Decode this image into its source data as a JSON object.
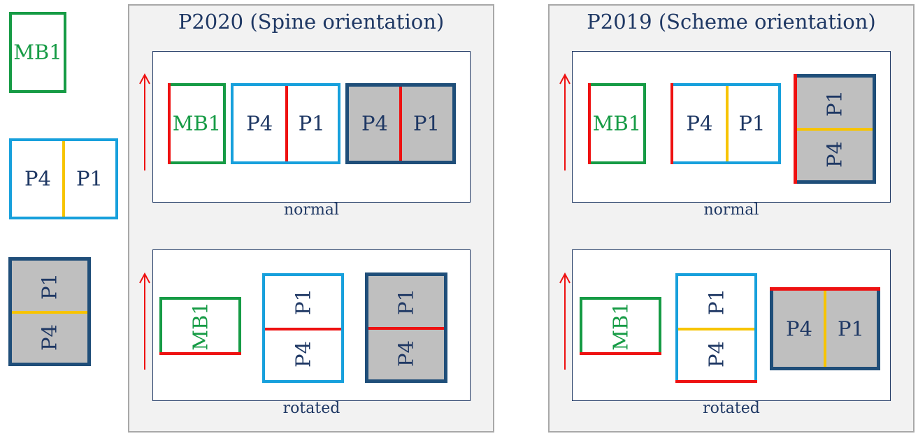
{
  "legend": {
    "mb1": "MB1",
    "p4": "P4",
    "p1": "P1"
  },
  "panels": [
    {
      "title": "P2020 (Spine orientation)",
      "normal_caption": "normal",
      "rotated_caption": "rotated"
    },
    {
      "title": "P2019 (Scheme orientation)",
      "normal_caption": "normal",
      "rotated_caption": "rotated"
    }
  ],
  "colors": {
    "green": "#169b45",
    "light_blue": "#17a0dc",
    "navy": "#1f4e79",
    "red": "#ee1111",
    "yellow": "#f7c400",
    "gray_fill": "#bfbfbf",
    "text": "#1f3864"
  }
}
